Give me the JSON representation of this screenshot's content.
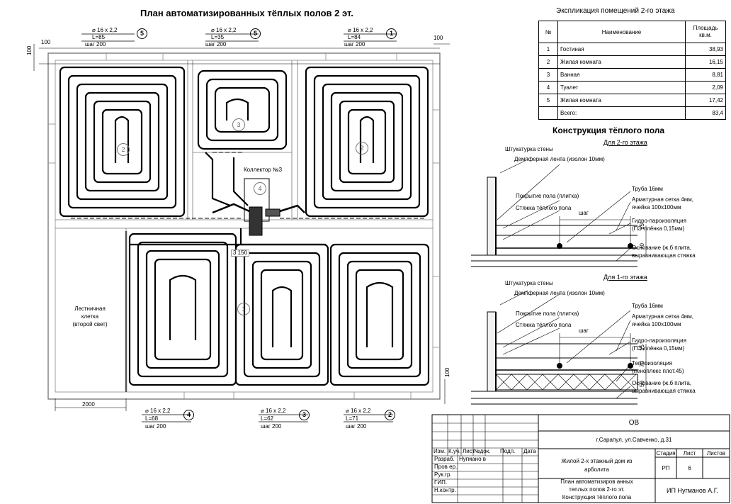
{
  "title": "План автоматизированных тёплых полов 2 эт.",
  "loops": [
    {
      "num": "5",
      "dia": "⌀ 16 x 2,2",
      "len": "L=85",
      "step": "шаг 200"
    },
    {
      "num": "5",
      "dia": "⌀ 16 x 2,2",
      "len": "L=35",
      "step": "шаг 200"
    },
    {
      "num": "1",
      "dia": "⌀ 16 x 2,2",
      "len": "L=84",
      "step": "шаг 200"
    },
    {
      "num": "4",
      "dia": "⌀ 16 x 2,2",
      "len": "L=68",
      "step": "шаг 200"
    },
    {
      "num": "3",
      "dia": "⌀ 16 x 2,2",
      "len": "L=62",
      "step": "шаг 200"
    },
    {
      "num": "2",
      "dia": "⌀ 16 x 2,2",
      "len": "L=71",
      "step": "шаг 200"
    }
  ],
  "dims": {
    "d100": "100",
    "d2000": "2000",
    "d150": "3 150"
  },
  "room_marks": [
    "2",
    "3",
    "2",
    "4",
    "1"
  ],
  "collector": "Коллектор №3",
  "stair": [
    "Лестничная",
    "клетка",
    "(второй свет)"
  ],
  "explication": {
    "title": "Экспликация помещений 2-го этажа",
    "headers": {
      "num": "№",
      "name": "Наименование",
      "area": [
        "Площадь",
        "кв.м."
      ]
    },
    "rows": [
      {
        "num": "1",
        "name": "Гостиная",
        "area": "38,93"
      },
      {
        "num": "2",
        "name": "Жилая комната",
        "area": "16,15"
      },
      {
        "num": "3",
        "name": "Ванная",
        "area": "8,81"
      },
      {
        "num": "4",
        "name": "Туалет",
        "area": "2,09"
      },
      {
        "num": "5",
        "name": "Жилая комната",
        "area": "17,42"
      }
    ],
    "total_label": "Всего:",
    "total": "83,4"
  },
  "construction": {
    "title": "Конструкция тёплого пола",
    "floor2": "Для 2-го этажа",
    "floor1": "Для 1-го этажа",
    "labels": {
      "plaster": "Штукатурка стены",
      "damper": "Демпферная лента (изолон 10мм)",
      "cover": "Покрытие пола (плитка)",
      "screed": "Стяжка тёплого пола",
      "pipe": "Труба 16мм",
      "mesh1": "Арматурная сетка 4мм,",
      "mesh2": "ячейка 100x100мм",
      "hydro1": "Гидро-пароизоляция",
      "hydro2": "(ПЭ-плёнка 0,15мм)",
      "base1": "Основание (ж.б плита,",
      "base2": "выравнивающая стяжка",
      "insul1": "Теплоизоляция",
      "insul2": "(пеноплекс плот.45)",
      "step": "шаг"
    },
    "dims": {
      "d15": "15",
      "d70": "70",
      "d50": "50"
    }
  },
  "stamp": {
    "code": "ОВ",
    "address": "г.Сарапул, ул.Савченко, д.31",
    "cols": [
      "Изм.",
      "К.уч.",
      "Лист",
      "№док.",
      "Подп.",
      "Дата"
    ],
    "roles": [
      "Разраб.",
      "Пров ер.",
      "Рук.гр.",
      "ГИП.",
      "Н.контр."
    ],
    "developer": "Нугмано в",
    "object1": "Жилой 2-х этажный дом из",
    "object2": "арболита",
    "sheet_title1": "План автоматизиров анных",
    "sheet_title2": "теплых полов 2-го эт.",
    "sheet_title3": "Конструкция тёплого пола",
    "stage_label": "Стадия",
    "sheet_label": "Лист",
    "sheets_label": "Листов",
    "stage": "РП",
    "sheet": "6",
    "company": "ИП Нугманов А.Г."
  }
}
